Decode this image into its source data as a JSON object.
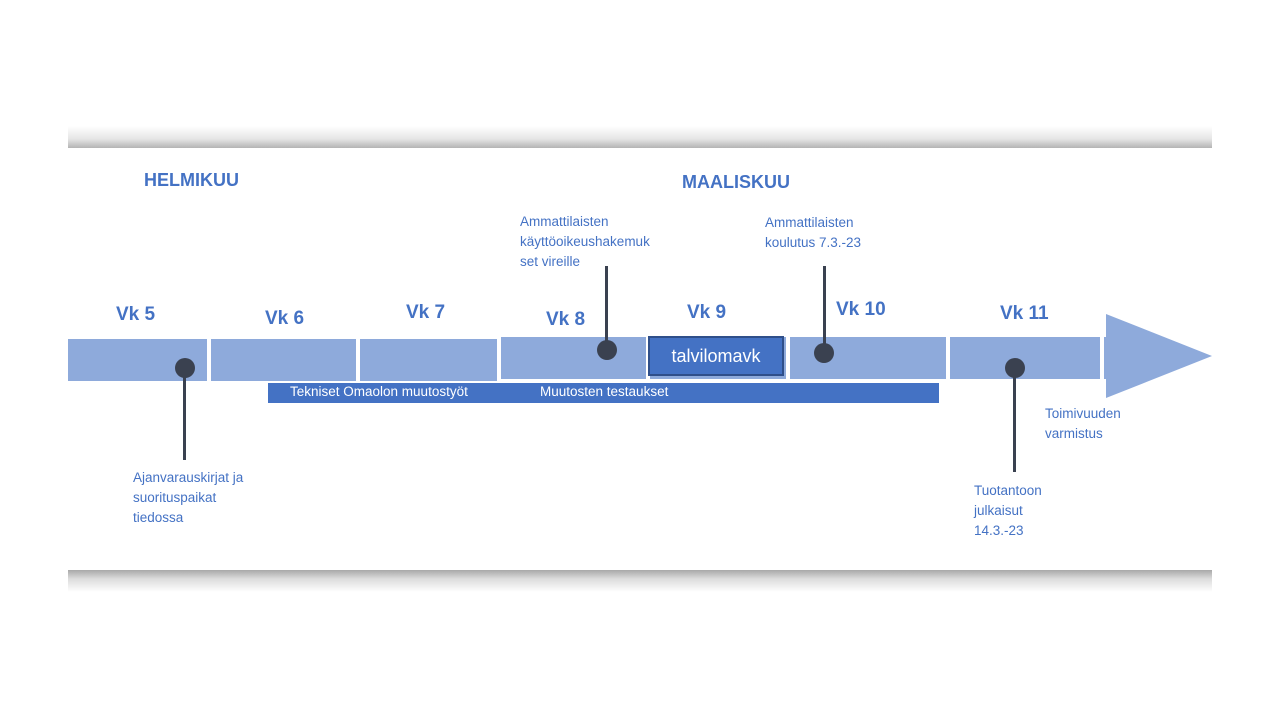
{
  "months": [
    "HELMIKUU",
    "MAALISKUU"
  ],
  "weeks": [
    "Vk 5",
    "Vk 6",
    "Vk 7",
    "Vk 8",
    "Vk 9",
    "Vk 10",
    "Vk 11"
  ],
  "holiday": {
    "label": "talvilomavk"
  },
  "bar": {
    "label_left": "Tekniset Omaolon muutostyöt",
    "label_right": "Muutosten testaukset"
  },
  "milestones": {
    "access_requests": "Ammattilaisten\nkäyttöoikeushakemuk\nset vireille",
    "training": "Ammattilaisten\nkoulutus 7.3.-23",
    "booking": "Ajanvarauskirjat ja\nsuorituspaikat\ntiedossa",
    "functionality": "Toimivuuden\nvarmistus",
    "release": "Tuotantoon\njulkaisut\n14.3.-23"
  },
  "colors": {
    "timeline": "#8eaadb",
    "accent": "#4472c4",
    "marker": "#3a4150"
  }
}
